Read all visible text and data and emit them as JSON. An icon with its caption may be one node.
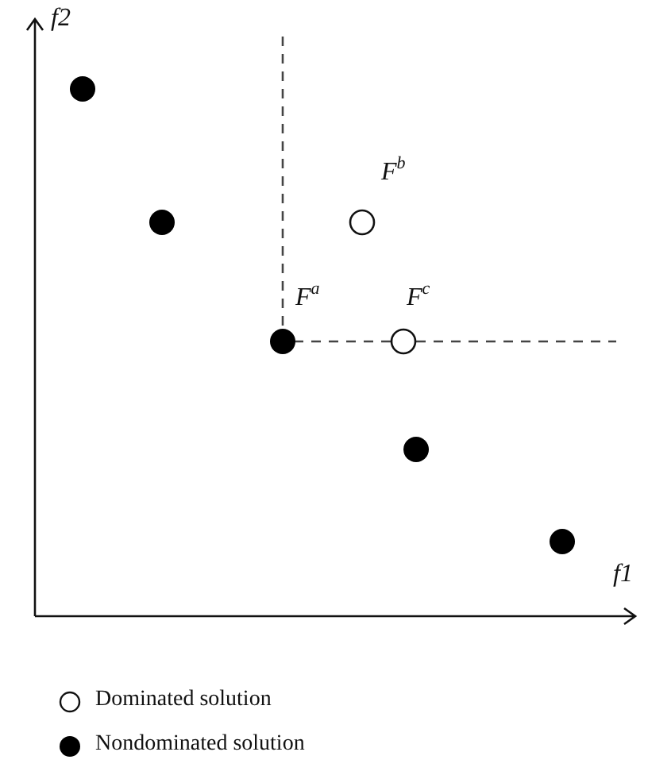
{
  "diagram": {
    "labels": [
      "f2",
      "F$^{b}$",
      "F$^{a}$",
      "F$^{c}$",
      "f1"
    ],
    "legend": [
      {
        "text": "Dominated solution"
      },
      {
        "text": "Nondominated solution"
      }
    ]
  }
}
